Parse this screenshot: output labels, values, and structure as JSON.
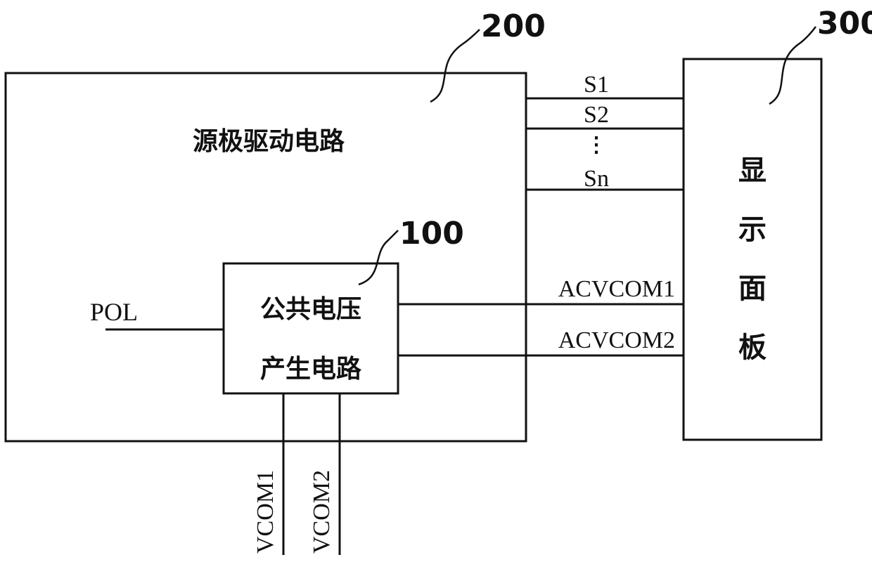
{
  "diagram": {
    "source_driver": {
      "ref": "200",
      "label": "源极驱动电路"
    },
    "vcom_generator": {
      "ref": "100",
      "label_line1": "公共电压",
      "label_line2": "产生电路"
    },
    "display_panel": {
      "ref": "300",
      "label": [
        "显",
        "示",
        "面",
        "板"
      ]
    },
    "source_lines": [
      "S1",
      "S2",
      "Sn"
    ],
    "ellipsis": "⋮",
    "input_signal": "POL",
    "outputs": [
      "ACVCOM1",
      "ACVCOM2"
    ],
    "vcom_inputs": [
      "VCOM1",
      "VCOM2"
    ]
  }
}
